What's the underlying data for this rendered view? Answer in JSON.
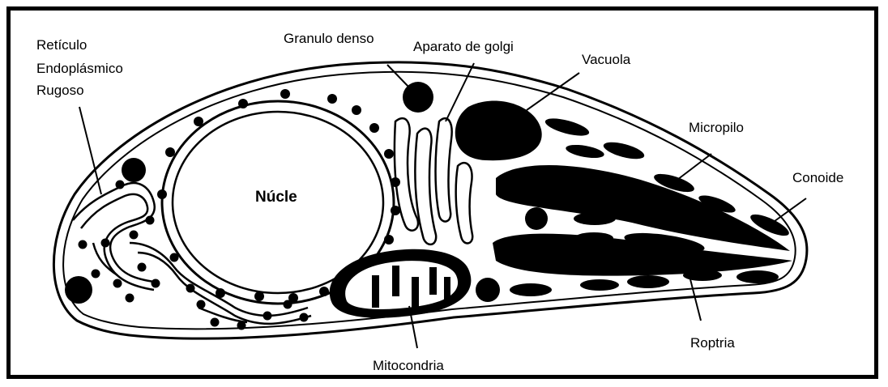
{
  "labels": {
    "reticulo_line1": "Retículo",
    "reticulo_line2": "Endoplásmico",
    "reticulo_line3": "Rugoso",
    "granulo": "Granulo denso",
    "golgi": "Aparato  de golgi",
    "vacuola": "Vacuola",
    "micropilo": "Micropilo",
    "conoide": "Conoide",
    "nucleo": "Núcle",
    "mitocondria": "Mitocondria",
    "roptria": "Roptria"
  }
}
